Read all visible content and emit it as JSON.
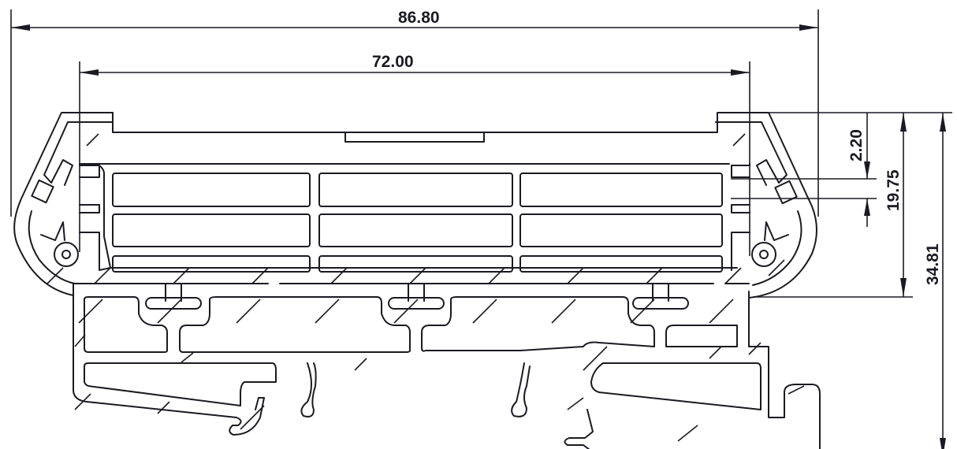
{
  "drawing": {
    "title": "DIN rail enclosure profile cross-section",
    "units": "mm",
    "line_color": "#1a1a24",
    "dimensions": {
      "overall_width": "86.80",
      "inner_width": "72.00",
      "latch_offset": "2.20",
      "cover_height": "19.75",
      "total_height": "34.81"
    }
  }
}
